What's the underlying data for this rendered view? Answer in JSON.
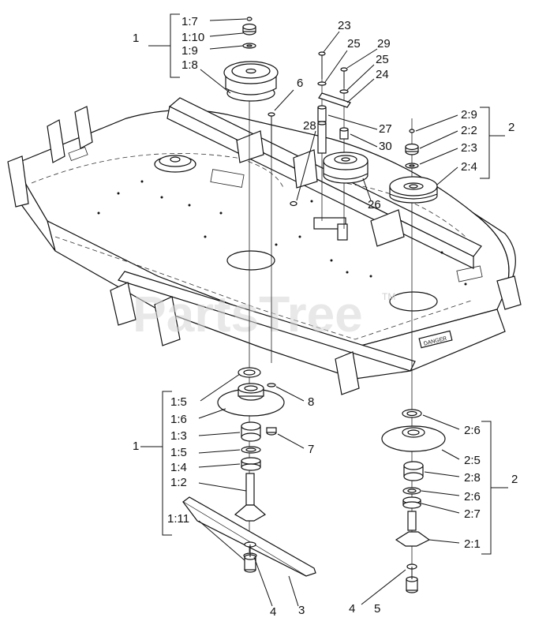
{
  "watermark": {
    "text": "PartsTree",
    "tm": "TM"
  },
  "deck_decal": "DANGER",
  "labels": {
    "l1_top": "1",
    "l1_7": "1:7",
    "l1_10": "1:10",
    "l1_9": "1:9",
    "l1_8": "1:8",
    "l6": "6",
    "l23": "23",
    "l25a": "25",
    "l29": "29",
    "l25b": "25",
    "l24": "24",
    "l28": "28",
    "l27": "27",
    "l30": "30",
    "l26": "26",
    "l2_9": "2:9",
    "l2_2": "2:2",
    "l2_3": "2:3",
    "l2_4": "2:4",
    "l2_top": "2",
    "l1_5a": "1:5",
    "l1_6": "1:6",
    "l1_3": "1:3",
    "l1_5b": "1:5",
    "l1_4": "1:4",
    "l1_2": "1:2",
    "l1_11": "1:11",
    "l1_bot": "1",
    "l8": "8",
    "l7": "7",
    "l4a": "4",
    "l3": "3",
    "l2_6a": "2:6",
    "l2_5": "2:5",
    "l2_8": "2:8",
    "l2_6b": "2:6",
    "l2_7": "2:7",
    "l2_1": "2:1",
    "l2_bot": "2",
    "l4b": "4",
    "l5": "5"
  }
}
